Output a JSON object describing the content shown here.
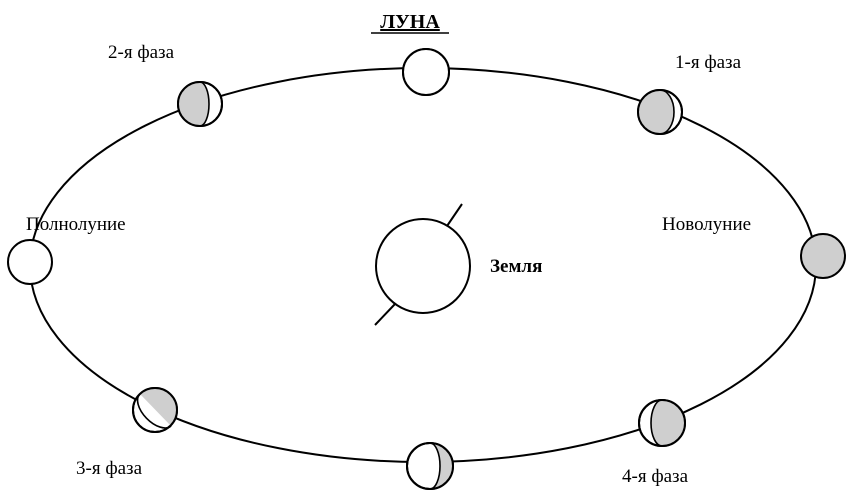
{
  "title": "ЛУНА",
  "earth": {
    "label": "Земля"
  },
  "phases": {
    "full_moon": "Полнолуние",
    "new_moon": "Новолуние",
    "phase1": "1-я фаза",
    "phase2": "2-я фаза",
    "phase3": "3-я фаза",
    "phase4": "4-я фаза"
  },
  "colors": {
    "line": "#000000",
    "moon_shade": "#cfcfcf",
    "background": "#ffffff"
  }
}
